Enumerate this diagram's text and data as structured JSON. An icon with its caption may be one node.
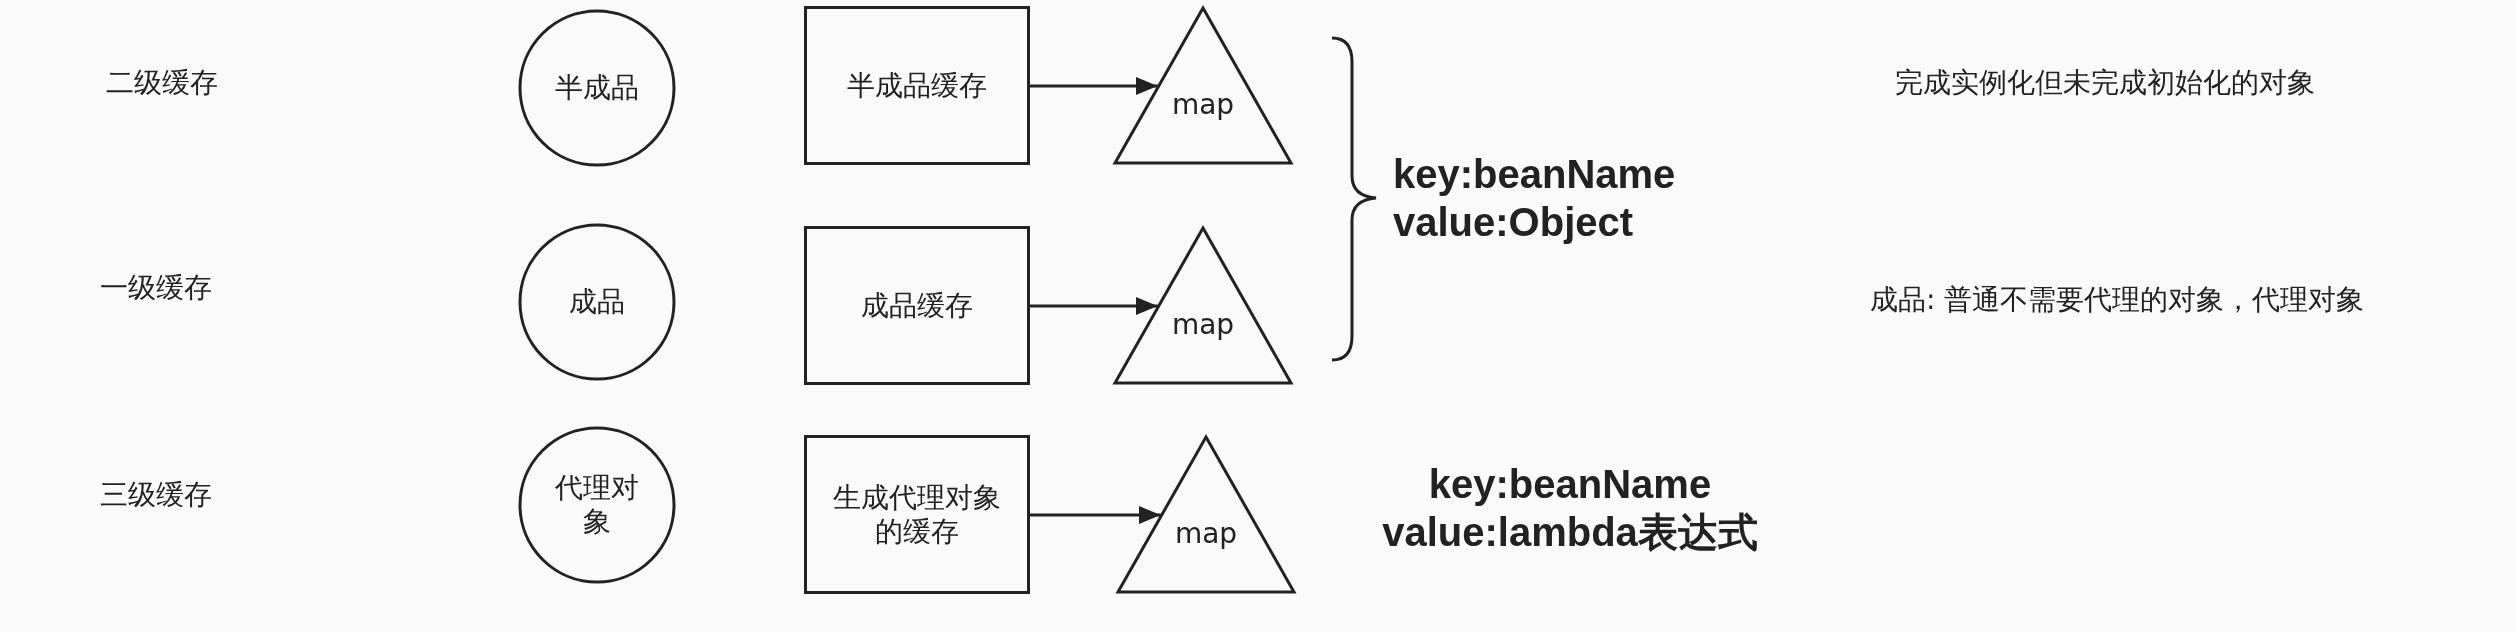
{
  "diagram": {
    "nodes": [
      {
        "text": [
          "半成品"
        ]
      },
      {
        "text": [
          "半成品缓存"
        ]
      },
      {
        "text": [
          "map"
        ]
      },
      {
        "text": [
          "成品"
        ]
      },
      {
        "text": [
          "成品缓存"
        ]
      },
      {
        "text": [
          "map"
        ]
      },
      {
        "text": [
          "代理对象"
        ]
      },
      {
        "text": [
          "生成代理对象的缓存"
        ]
      },
      {
        "text": [
          "map"
        ]
      }
    ],
    "edges": [
      {
        "from": 1,
        "to": 2,
        "arrow": "to"
      },
      {
        "from": 4,
        "to": 5,
        "arrow": "to"
      },
      {
        "from": 7,
        "to": 8,
        "arrow": "to"
      }
    ],
    "labels": [
      "二级缓存",
      "完成实例化但未完成初始化的对象",
      "key:beanName value:Object",
      "一级缓存",
      "成品: 普通不需要代理的对象，代理对象",
      "key:beanName value:lambda表达式",
      "三级缓存"
    ]
  }
}
